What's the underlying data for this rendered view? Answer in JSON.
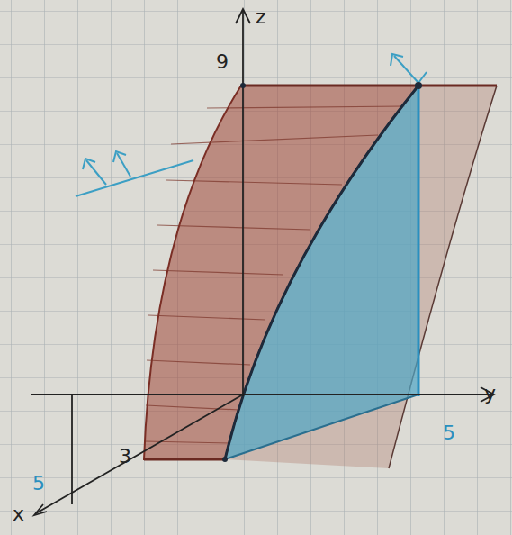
{
  "diagram": {
    "labels": [
      "z",
      "9",
      "y",
      "5",
      "3",
      "5",
      "x"
    ]
  }
}
